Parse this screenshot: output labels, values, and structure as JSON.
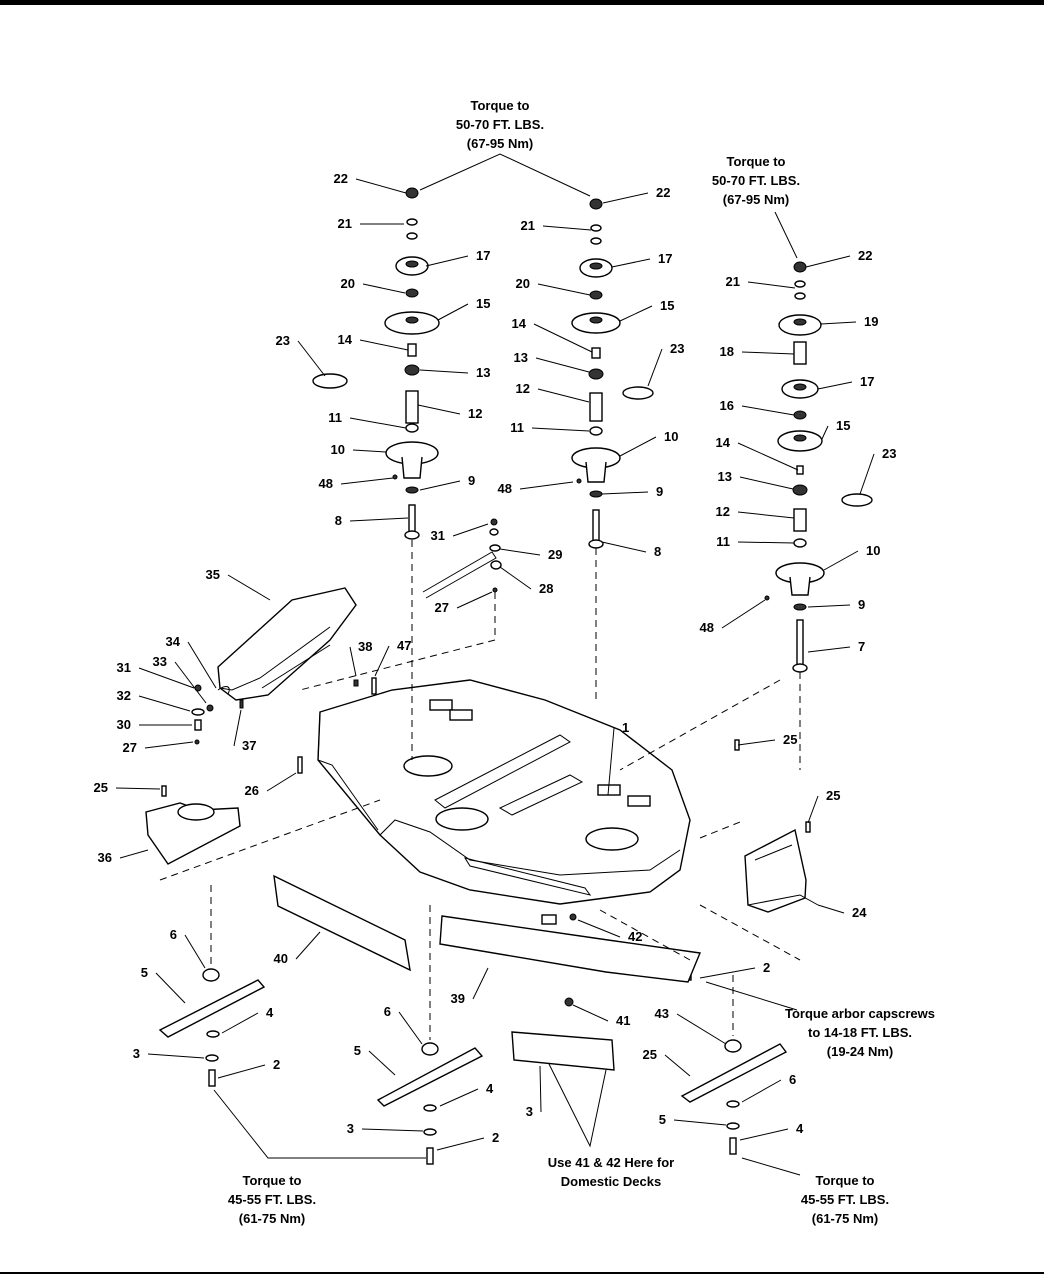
{
  "notes": {
    "torque_left_pulley": [
      "Torque to",
      "50-70 FT. LBS.",
      "(67-95 Nm)"
    ],
    "torque_right_pulley": [
      "Torque to",
      "50-70 FT. LBS.",
      "(67-95 Nm)"
    ],
    "torque_arbor": [
      "Torque arbor capscrews",
      "to 14-18 FT. LBS.",
      "(19-24 Nm)"
    ],
    "torque_blade_left": [
      "Torque to",
      "45-55 FT. LBS.",
      "(61-75 Nm)"
    ],
    "torque_blade_right": [
      "Torque to",
      "45-55 FT. LBS.",
      "(61-75 Nm)"
    ],
    "domestic": [
      "Use 41 & 42 Here for",
      "Domestic Decks"
    ]
  },
  "callouts": [
    "22",
    "21",
    "17",
    "20",
    "15",
    "14",
    "23",
    "13",
    "12",
    "11",
    "10",
    "48",
    "9",
    "8",
    "22",
    "21",
    "17",
    "20",
    "15",
    "14",
    "13",
    "23",
    "12",
    "11",
    "10",
    "48",
    "9",
    "8",
    "22",
    "21",
    "19",
    "18",
    "17",
    "16",
    "15",
    "14",
    "23",
    "13",
    "12",
    "11",
    "10",
    "48",
    "9",
    "7",
    "31",
    "29",
    "28",
    "27",
    "35",
    "34",
    "33",
    "31",
    "32",
    "30",
    "27",
    "37",
    "38",
    "47",
    "26",
    "25",
    "36",
    "1",
    "25",
    "25",
    "24",
    "40",
    "39",
    "42",
    "41",
    "6",
    "5",
    "4",
    "3",
    "2",
    "6",
    "5",
    "4",
    "3",
    "2",
    "43",
    "25",
    "6",
    "5",
    "4",
    "3",
    "2"
  ]
}
